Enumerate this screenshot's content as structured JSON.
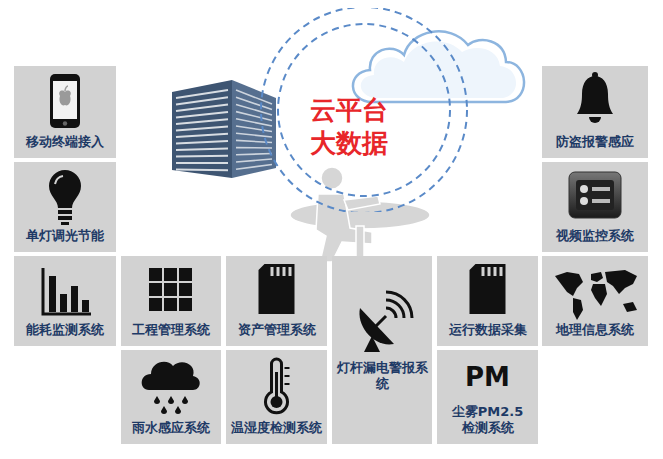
{
  "diagram": {
    "nodes": [
      {
        "text": [
          "移动终端接入"
        ]
      },
      {
        "text": [
          "防盗报警感应"
        ]
      },
      {
        "text": [
          "云平台 大数据"
        ]
      },
      {
        "text": [
          "单灯调光节能"
        ]
      },
      {
        "text": [
          "视频监控系统"
        ]
      },
      {
        "text": [
          "能耗监测系统"
        ]
      },
      {
        "text": [
          "工程管理系统"
        ]
      },
      {
        "text": [
          "资产管理系统"
        ]
      },
      {
        "text": [
          "灯杆漏电警报系统"
        ]
      },
      {
        "text": [
          "运行数据采集"
        ]
      },
      {
        "text": [
          "地理信息系统"
        ]
      },
      {
        "text": [
          "雨水感应系统"
        ]
      },
      {
        "text": [
          "温湿度检测系统"
        ]
      },
      {
        "text": [
          "PM",
          "尘雾PM2.5 检测系统"
        ]
      }
    ]
  }
}
